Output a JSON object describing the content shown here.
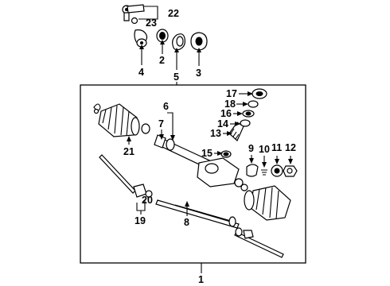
{
  "diagram": {
    "callouts": {
      "n1": "1",
      "n2": "2",
      "n3": "3",
      "n4": "4",
      "n5": "5",
      "n6": "6",
      "n7": "7",
      "n8": "8",
      "n9": "9",
      "n10": "10",
      "n11": "11",
      "n12": "12",
      "n13": "13",
      "n14": "14",
      "n15": "15",
      "n16": "16",
      "n17": "17",
      "n18": "18",
      "n19": "19",
      "n20": "20",
      "n21": "21",
      "n22": "22",
      "n23": "23"
    }
  }
}
